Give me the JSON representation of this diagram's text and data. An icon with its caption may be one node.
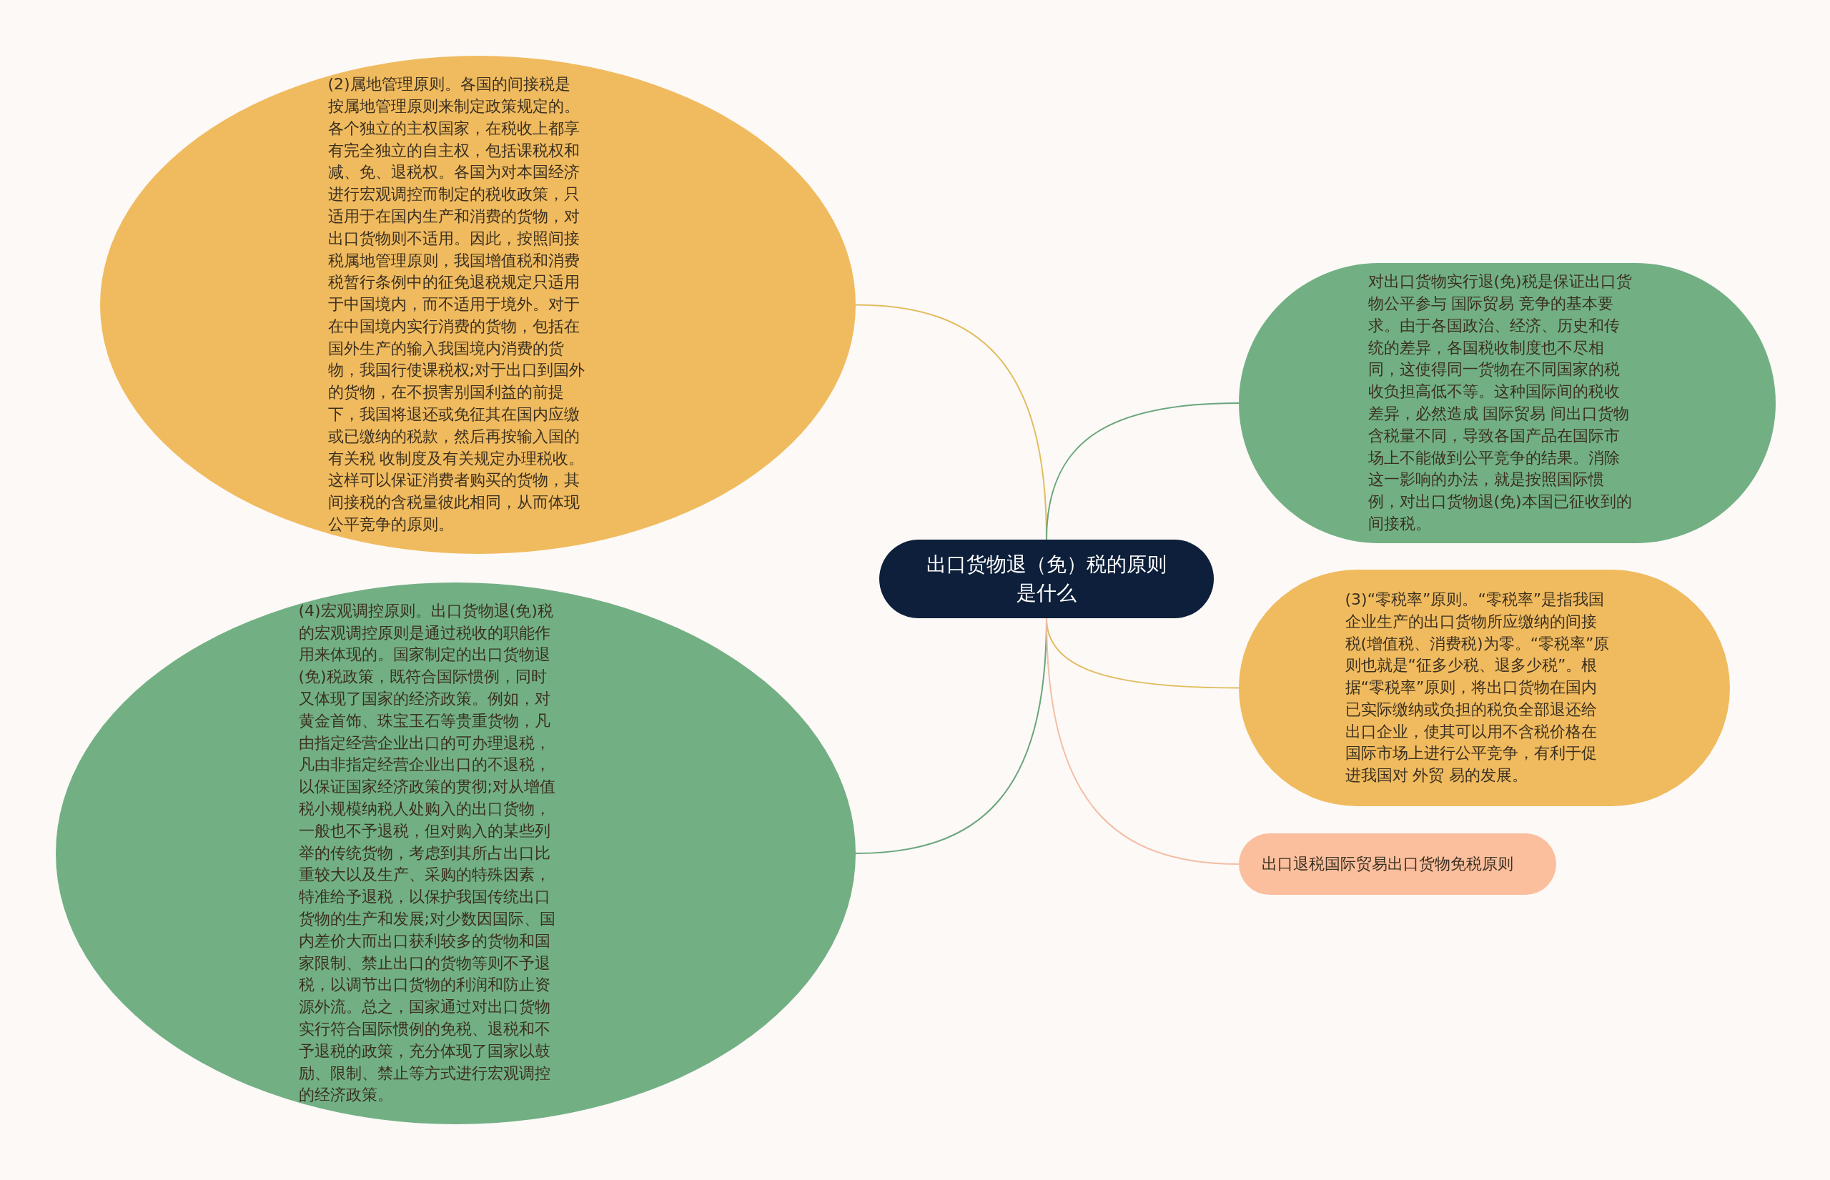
{
  "diagram": {
    "nodes": [
      {
        "text": [
          "出口货物退（免）税的原则是什么"
        ]
      },
      {
        "text": [
          "(2)属地管理原则。各国的间接税是按属地管理原则来制定政策规定的。各个独立的主权国家，在税收上都享有完全独立的自主权，包括课税权和减、免、退税权。各国为对本国经济进行宏观调控而制定的税收政策，只适用于在国内生产和消费的货物，对出口货物则不适用。因此，按照间接税属地管理原则，我国增值税和消费税暂行条例中的征免退税规定只适用于中国境内，而不适用于境外。对于在中国境内实行消费的货物，包括在国外生产的输入我国境内消费的货物，我国行使课税权;对于出口到国外的货物，在不损害别国利益的前提下，我国将退还或免征其在国内应缴或已缴纳的税款，然后再按输入国的有关税 收制度及有关规定办理税收。这样可以保证消费者购买的货物，其间接税的含税量彼此相同，从而体现公平竞争的原则。"
        ]
      },
      {
        "text": [
          "(4)宏观调控原则。出口货物退(免)税的宏观调控原则是通过税收的职能作用来体现的。国家制定的出口货物退(免)税政策，既符合国际惯例，同时又体现了国家的经济政策。例如，对黄金首饰、珠宝玉石等贵重货物，凡由指定经营企业出口的可办理退税，凡由非指定经营企业出口的不退税，以保证国家经济政策的贯彻;对从增值税小规模纳税人处购入的出口货物，一般也不予退税，但对购入的某些列举的传统货物，考虑到其所占出口比重较大以及生产、采购的特殊因素，特准给予退税，以保护我国传统出口货物的生产和发展;对少数因国际、国内差价大而出口获利较多的货物和国家限制、禁止出口的货物等则不予退税，以调节出口货物的利润和防止资源外流。总之，国家通过对出口货物实行符合国际惯例的免税、退税和不予退税的政策，充分体现了国家以鼓励、限制、禁止等方式进行宏观调控的经济政策。"
        ]
      },
      {
        "text": [
          "对出口货物实行退(免)税是保证出口货物公平参与 国际贸易 竞争的基本要求。由于各国政治、经济、历史和传统的差异，各国税收制度也不尽相同，这使得同一货物在不同国家的税收负担高低不等。这种国际间的税收差异，必然造成 国际贸易 间出口货物含税量不同，导致各国产品在国际市场上不能做到公平竞争的结果。消除这一影响的办法，就是按照国际惯例，对出口货物退(免)本国已征收到的间接税。"
        ]
      },
      {
        "text": [
          "(3)“零税率”原则。“零税率”是指我国企业生产的出口货物所应缴纳的间接税(增值税、消费税)为零。“零税率”原则也就是“征多少税、退多少税”。根据“零税率”原则，将出口货物在国内已实际缴纳或负担的税负全部退还给出口企业，使其可以用不含税价格在国际市场上进行公平竞争，有利于促进我国对 外贸 易的发展。"
        ]
      },
      {
        "text": [
          "出口退税国际贸易出口货物免税原则"
        ]
      }
    ],
    "edges": [
      {
        "from": 0,
        "to": 1,
        "arrow": "none",
        "color": "#e2bd5f"
      },
      {
        "from": 0,
        "to": 2,
        "arrow": "none",
        "color": "#6aa67c"
      },
      {
        "from": 0,
        "to": 3,
        "arrow": "none",
        "color": "#6aa67c"
      },
      {
        "from": 0,
        "to": 4,
        "arrow": "none",
        "color": "#e2bd5f"
      },
      {
        "from": 0,
        "to": 5,
        "arrow": "none",
        "color": "#f3bfa6"
      }
    ]
  }
}
